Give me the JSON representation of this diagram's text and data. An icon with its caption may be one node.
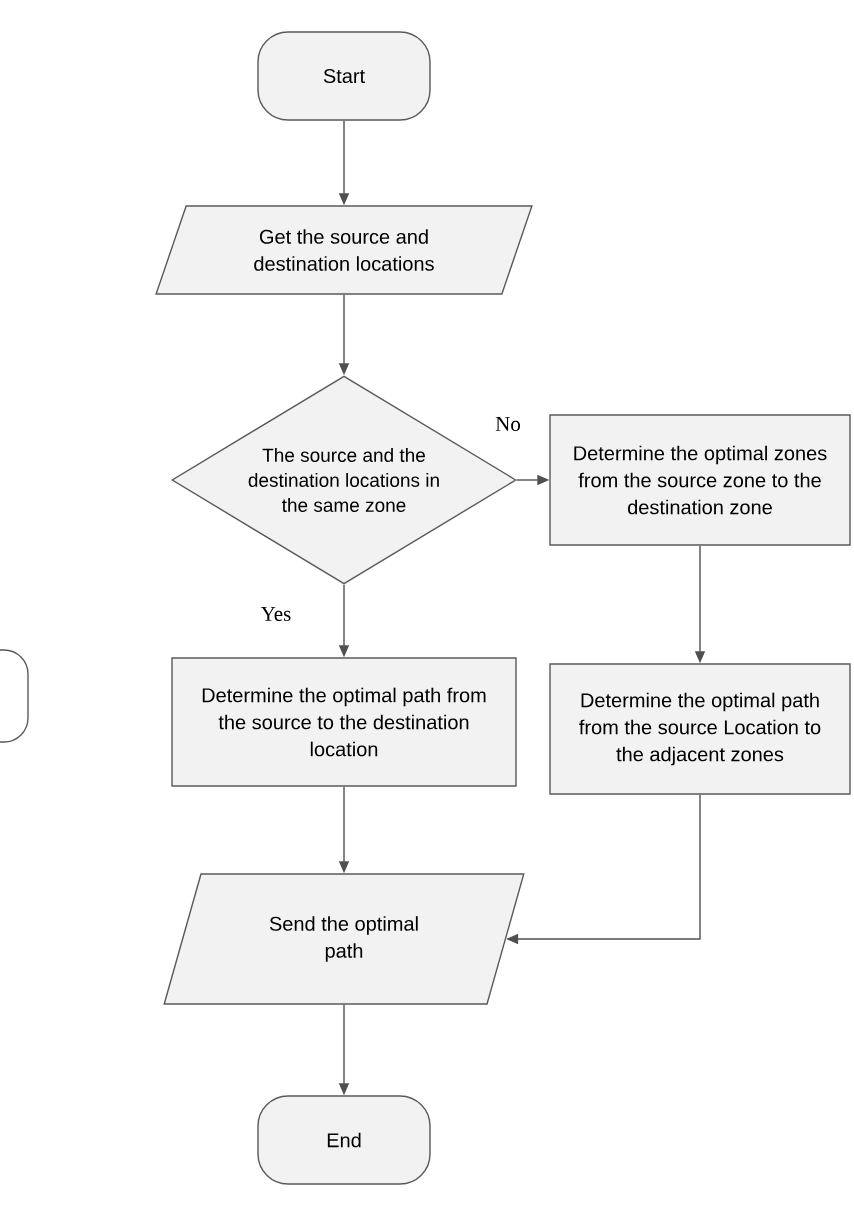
{
  "diagram": {
    "nodes": [
      {
        "text": [
          "Start"
        ]
      },
      {
        "text": [
          "Get the source and destination locations"
        ]
      },
      {
        "text": [
          "The source and the destination locations in the same zone"
        ]
      },
      {
        "text": [
          "Determine the optimal zones from the source zone to the destination zone"
        ]
      },
      {
        "text": [
          "Determine the optimal path from the source to the destination location"
        ]
      },
      {
        "text": [
          "Determine the optimal path from the source Location to the adjacent zones"
        ]
      },
      {
        "text": [
          "Send the optimal path"
        ]
      },
      {
        "text": [
          "End"
        ]
      }
    ],
    "edges": [
      {
        "from": 0,
        "to": 1,
        "arrow": "to"
      },
      {
        "from": 1,
        "to": 2,
        "arrow": "to"
      },
      {
        "from": 2,
        "to": 3,
        "arrow": "to",
        "label": "No"
      },
      {
        "from": 2,
        "to": 4,
        "arrow": "to",
        "label": "Yes"
      },
      {
        "from": 3,
        "to": 5,
        "arrow": "to"
      },
      {
        "from": 4,
        "to": 6,
        "arrow": "to"
      },
      {
        "from": 5,
        "to": 6,
        "arrow": "to"
      },
      {
        "from": 6,
        "to": 7,
        "arrow": "to"
      }
    ]
  }
}
